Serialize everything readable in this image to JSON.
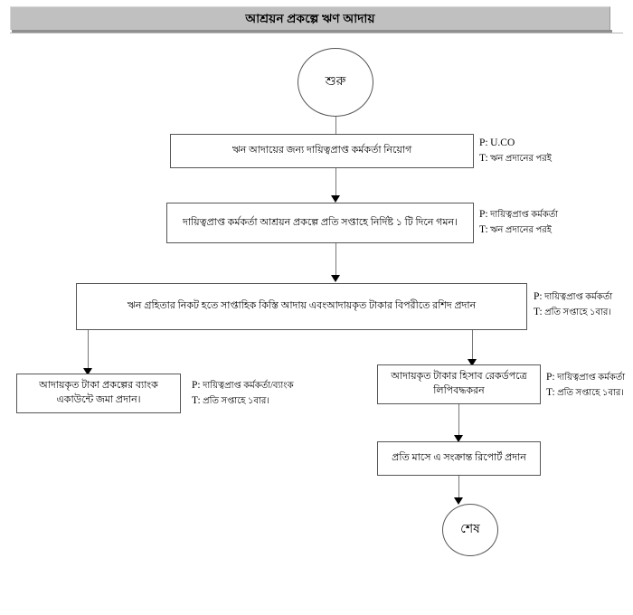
{
  "header": {
    "title": "আশ্রয়ন প্রকল্পে ঋণ আদায়",
    "background_color": "#c0c0c0"
  },
  "flowchart": {
    "start_node": {
      "label": "শুরু",
      "shape": "ellipse"
    },
    "end_node": {
      "label": "শেষ",
      "shape": "ellipse"
    },
    "steps": [
      {
        "id": "step-1",
        "label": "ঋন আদায়ের জন্য দায়িত্বপ্রাপ্ত কর্মকর্তা নিয়োগ",
        "annotation": {
          "person_key": "P:",
          "person_value": "U.CO",
          "time_key": "T:",
          "time_value": "ঋন প্রদানের পরই"
        }
      },
      {
        "id": "step-2",
        "label": "দায়িত্বপ্রাপ্ত কর্মকর্তা আশ্রয়ন প্রকল্পে প্রতি সপ্তাহে নির্দিষ্ট ১ টি দিনে গমন।",
        "annotation": {
          "person_key": "P:",
          "person_value": "দায়িত্বপ্রাপ্ত কর্মকর্তা",
          "time_key": "T:",
          "time_value": "ঋন প্রদানের পরই"
        }
      },
      {
        "id": "step-3",
        "label": "ঋন গ্রহিতার নিকট হতে সাপ্তাহিক কিস্তি আদায় এবংআদায়কৃত টাকার বিপরীতে রশিদ প্রদান",
        "annotation": {
          "person_key": "P:",
          "person_value": "দায়িত্বপ্রাপ্ত কর্মকর্তা",
          "time_key": "T:",
          "time_value": "প্রতি সপ্তাহে ১বার।"
        }
      },
      {
        "id": "step-4-left",
        "label": "আদায়কৃত টাকা প্রকল্পের ব্যাংক একাউন্টে জমা প্রদান।",
        "annotation": {
          "person_key": "P:",
          "person_value": "দায়িত্বপ্রাপ্ত কর্মকর্তা/ব্যাংক",
          "time_key": "T:",
          "time_value": "প্রতি সপ্তাহে ১বার।"
        }
      },
      {
        "id": "step-4-right",
        "label": "আদায়কৃত টাকার হিসাব রেকর্ডপত্রে লিপিবদ্ধকরন",
        "annotation": {
          "person_key": "P:",
          "person_value": "দায়িত্বপ্রাপ্ত কর্মকর্তা",
          "time_key": "T:",
          "time_value": "প্রতি সপ্তাহে ১বার।"
        }
      },
      {
        "id": "step-5",
        "label": "প্রতি মাসে এ সংক্রান্ত রিপোর্ট প্রদান",
        "annotation": null
      }
    ]
  }
}
